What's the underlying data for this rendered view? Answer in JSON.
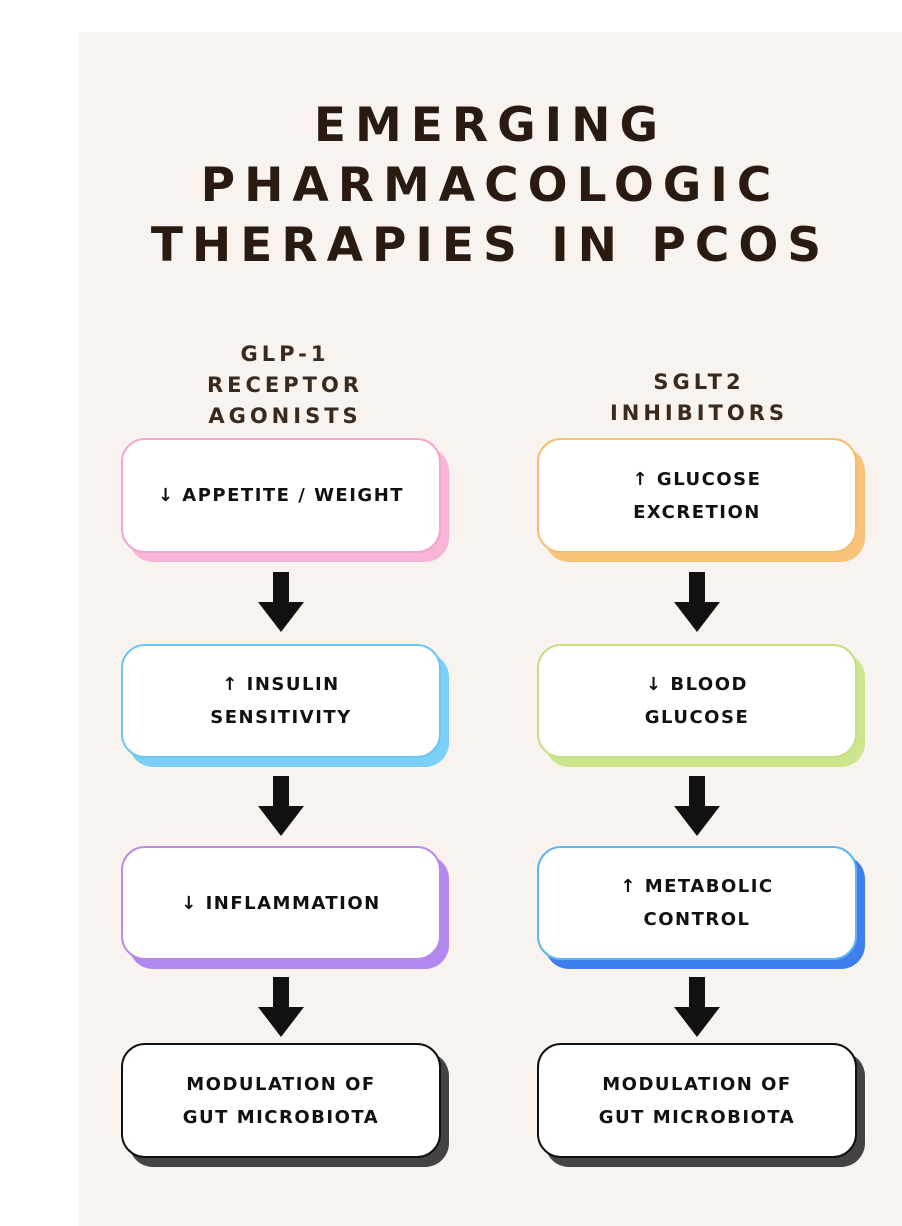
{
  "title": {
    "line1": "EMERGING",
    "line2": "PHARMACOLOGIC",
    "line3": "THERAPIES IN PCOS"
  },
  "left": {
    "heading": [
      "GLP-1",
      "RECEPTOR",
      "AGONISTS"
    ],
    "steps": [
      {
        "lines": [
          "↓ APPETITE / WEIGHT"
        ],
        "border": "#f3a6cf",
        "shadow": "#f7b6d8"
      },
      {
        "lines": [
          "↑ INSULIN",
          "SENSITIVITY"
        ],
        "border": "#6cc6f2",
        "shadow": "#7ccff7"
      },
      {
        "lines": [
          "↓ INFLAMMATION"
        ],
        "border": "#b98be8",
        "shadow": "#b188ef"
      },
      {
        "lines": [
          "MODULATION OF",
          "GUT MICROBIOTA"
        ],
        "border": "#111111",
        "shadow": "#444444"
      }
    ]
  },
  "right": {
    "heading": [
      "SGLT2",
      "INHIBITORS"
    ],
    "steps": [
      {
        "lines": [
          "↑ GLUCOSE",
          "EXCRETION"
        ],
        "border": "#f5bf72",
        "shadow": "#f7c47a"
      },
      {
        "lines": [
          "↓ BLOOD",
          "GLUCOSE"
        ],
        "border": "#c6df86",
        "shadow": "#cde58c"
      },
      {
        "lines": [
          "↑ METABOLIC",
          "CONTROL"
        ],
        "border": "#5fb6ee",
        "shadow": "#3e7ff0"
      },
      {
        "lines": [
          "MODULATION OF",
          "GUT MICROBIOTA"
        ],
        "border": "#111111",
        "shadow": "#444444"
      }
    ]
  },
  "arrow_color": "#111111"
}
